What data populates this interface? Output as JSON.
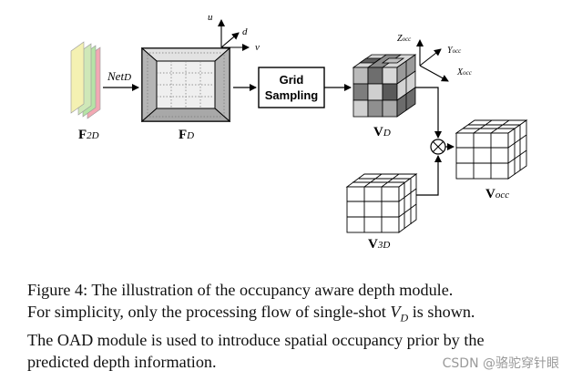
{
  "diagram": {
    "f2d_label": "F",
    "f2d_sub": "2D",
    "net_label": "Net",
    "net_sub": "D",
    "fd_label": "F",
    "fd_sub": "D",
    "axes_top": {
      "u": "u",
      "d": "d",
      "v": "v"
    },
    "grid_sampling_line1": "Grid",
    "grid_sampling_line2": "Sampling",
    "axes_occ": {
      "z": "Z",
      "z_sub": "occ",
      "y": "Y",
      "y_sub": "occ",
      "x": "X",
      "x_sub": "occ"
    },
    "vd_label": "V",
    "vd_sub": "D",
    "v3d_label": "V",
    "v3d_sub": "3D",
    "vocc_label": "V",
    "vocc_sub": "occ",
    "operator_symbol": "⊗"
  },
  "caption": {
    "line1": "Figure 4:  The illustration of the occupancy aware depth module.",
    "line2_pre": "For simplicity, only the processing flow of single-shot ",
    "line2_var": "V",
    "line2_var_sub": "D",
    "line2_post": " is shown.",
    "line3": "The OAD module is used to introduce spatial occupancy prior by the",
    "line4": "predicted depth information."
  },
  "watermark": "CSDN @骆驼穿针眼",
  "colors": {
    "feature_yellow": "#f4f1b2",
    "feature_green": "#b6e3a6",
    "feature_pink": "#f2a9b4",
    "frustum_gray": "#cfcfcf",
    "cube_dark": "#6e6e6e",
    "cube_mid": "#a0a0a0",
    "cube_light": "#d6d6d6"
  }
}
